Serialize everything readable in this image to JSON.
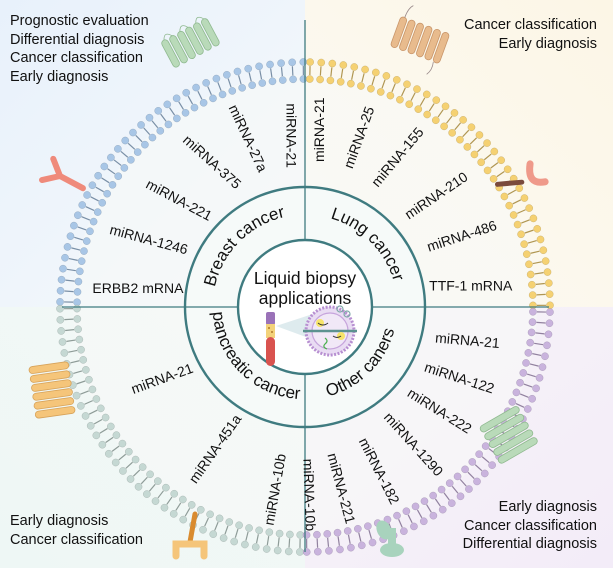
{
  "center": {
    "title_line1": "Liquid biopsy",
    "title_line2": "applications",
    "icons": [
      "blood-tube-icon",
      "exosome-vesicle-icon"
    ]
  },
  "quadrants": [
    {
      "id": "breast",
      "label": "Breast cancer",
      "membrane_color": "#a8c6e6",
      "background_color": "#eaf2fb",
      "applications": [
        "Prognostic evaluation",
        "Differential diagnosis",
        "Cancer classification",
        "Early diagnosis"
      ],
      "biomarkers": [
        "miRNA-21",
        "miRNA-27a",
        "miRNA-375",
        "miRNA-221",
        "miRNA-1246",
        "ERBB2 mRNA"
      ]
    },
    {
      "id": "lung",
      "label": "Lung cancer",
      "membrane_color": "#f5d172",
      "background_color": "#fcf6e8",
      "applications": [
        "Cancer classification",
        "Early diagnosis"
      ],
      "biomarkers": [
        "miRNA-21",
        "miRNA-25",
        "miRNA-155",
        "miRNA-210",
        "miRNA-486",
        "TTF-1 mRNA"
      ]
    },
    {
      "id": "pancreatic",
      "label": "pancreatic cancer",
      "membrane_color": "#c5d8d3",
      "background_color": "#eef6f4",
      "applications": [
        "Early diagnosis",
        "Cancer classification"
      ],
      "biomarkers": [
        "miRNA-21",
        "miRNA-451a",
        "miRNA-10b"
      ]
    },
    {
      "id": "other",
      "label": "Other caners",
      "membrane_color": "#c9b3dd",
      "background_color": "#f4eef8",
      "applications": [
        "Early diagnosis",
        "Cancer classification",
        "Differential diagnosis"
      ],
      "biomarkers": [
        "miRNA-21",
        "miRNA-122",
        "miRNA-222",
        "miRNA-1290",
        "miRNA-182",
        "miRNA-221",
        "miRNA-10b"
      ]
    }
  ],
  "colors": {
    "ring_stroke": "#3f7b80",
    "divider": "#3f7b80"
  },
  "membrane_proteins": [
    "green-receptor-protein-icon",
    "orange-receptor-protein-icon",
    "pink-antibody-icon",
    "pink-receptor-icon",
    "yellow-receptor-protein-icon",
    "orange-cd-protein-icon",
    "green-receptor-protein-icon",
    "green-cd-protein-icon"
  ]
}
